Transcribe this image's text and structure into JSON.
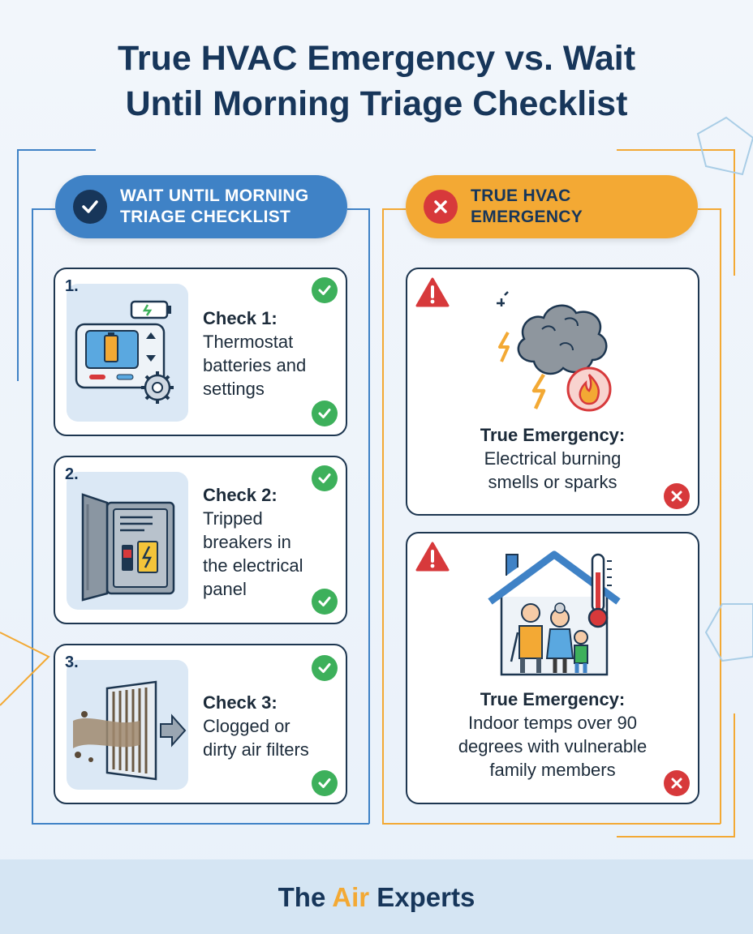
{
  "title": {
    "line1": "True HVAC Emergency vs. Wait",
    "line2": "Until Morning Triage Checklist"
  },
  "left_column": {
    "header_line1": "WAIT UNTIL MORNING",
    "header_line2": "TRIAGE CHECKLIST",
    "header_icon": "checkmark-icon",
    "items": [
      {
        "number": "1.",
        "heading": "Check 1:",
        "lines": [
          "Thermostat",
          "batteries and",
          "settings"
        ],
        "icon": "thermostat-icon"
      },
      {
        "number": "2.",
        "heading": "Check 2:",
        "lines": [
          "Tripped",
          "breakers in",
          "the electrical",
          "panel"
        ],
        "icon": "breaker-panel-icon"
      },
      {
        "number": "3.",
        "heading": "Check 3:",
        "lines": [
          "Clogged or",
          "dirty air filters"
        ],
        "icon": "air-filter-icon"
      }
    ]
  },
  "right_column": {
    "header_line1": "TRUE HVAC",
    "header_line2": "EMERGENCY",
    "header_icon": "x-icon",
    "items": [
      {
        "heading": "True Emergency:",
        "lines": [
          "Electrical burning",
          "smells or sparks"
        ],
        "icon": "smoke-sparks-fire-icon"
      },
      {
        "heading": "True Emergency:",
        "lines": [
          "Indoor temps over 90",
          "degrees with vulnerable",
          "family members"
        ],
        "icon": "family-house-thermometer-icon"
      }
    ]
  },
  "footer": {
    "brand_part1": "The ",
    "brand_part2": "Air",
    "brand_part3": " Experts"
  },
  "colors": {
    "navy": "#17365a",
    "blue": "#3f82c6",
    "orange": "#f3a934",
    "green": "#3db05b",
    "red": "#d7393b"
  }
}
